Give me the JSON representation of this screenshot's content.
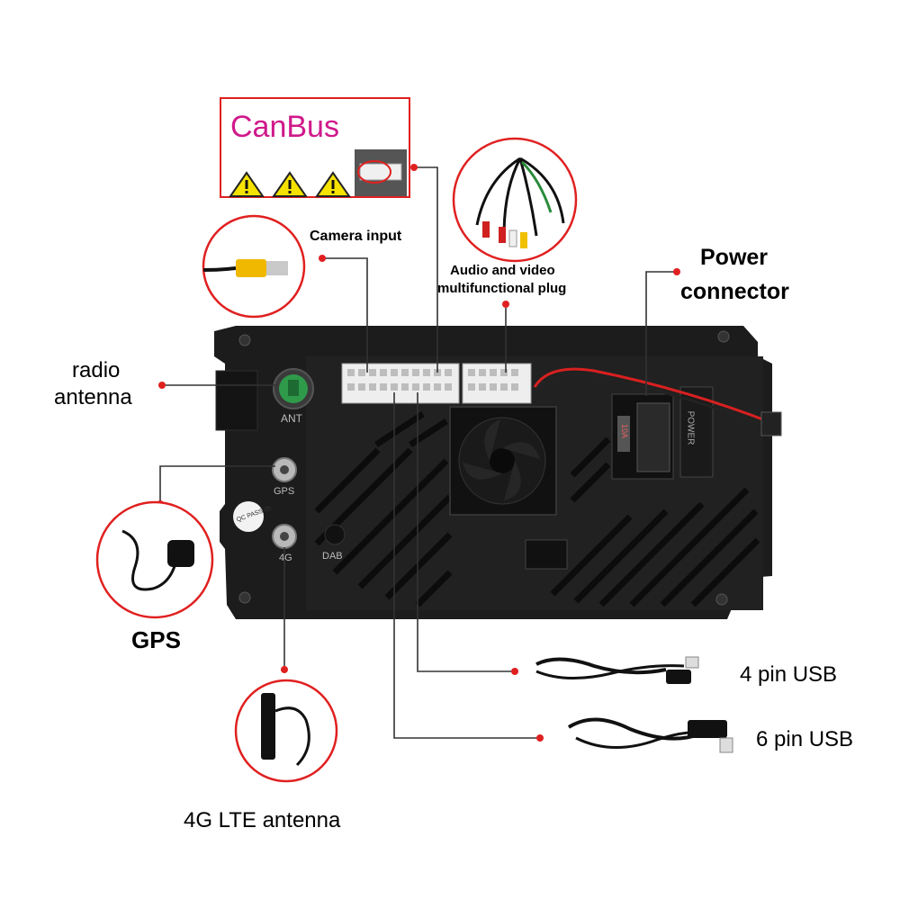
{
  "canbus": {
    "title": "CanBus",
    "warning_icons": [
      "warning-icon",
      "warning-icon",
      "warning-icon"
    ]
  },
  "labels": {
    "camera_input": "Camera input",
    "audio_video_line1": "Audio and video",
    "audio_video_line2": "multifunctional plug",
    "power_line1": "Power",
    "power_line2": "connector",
    "radio_line1": "radio",
    "radio_line2": "antenna",
    "gps": "GPS",
    "usb4": "4 pin USB",
    "usb6": "6 pin USB",
    "lte": "4G LTE antenna"
  },
  "unit_markings": {
    "ant": "ANT",
    "gps": "GPS",
    "lte": "4G",
    "dab": "DAB",
    "qc_sticker": "QC PASS 05",
    "power_port": "POWER",
    "fuse": "10A"
  },
  "colors": {
    "accent_red": "#e02020",
    "canbus_magenta": "#d0198a",
    "unit_body": "#1c1c1c",
    "connector_white": "#eeeeee",
    "ant_green": "#2e9a4a",
    "warning_yellow": "#f5e200"
  }
}
